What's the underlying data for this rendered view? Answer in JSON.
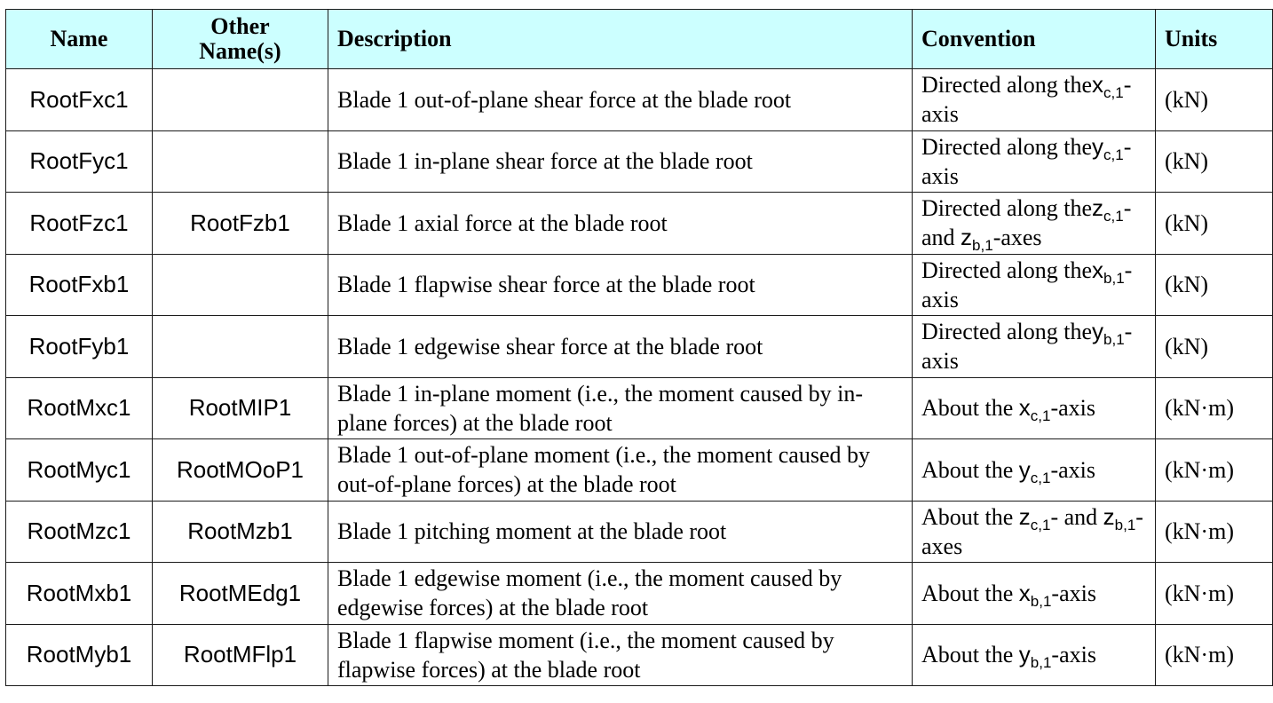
{
  "table": {
    "headers": {
      "name": "Name",
      "other_line1": "Other",
      "other_line2": "Name(s)",
      "description": "Description",
      "convention": "Convention",
      "units": "Units"
    },
    "rows": [
      {
        "name": "RootFxc1",
        "other": "",
        "description": "Blade 1 out-of-plane shear force at the blade root",
        "convention": {
          "prefix": "Directed along the",
          "s1": "x",
          "sub1": "c,1",
          "mid": "",
          "s2": "",
          "sub2": "",
          "suffix": "-axis"
        },
        "units": "(kN)"
      },
      {
        "name": "RootFyc1",
        "other": "",
        "description": "Blade 1 in-plane shear force at the blade root",
        "convention": {
          "prefix": "Directed along the",
          "s1": "y",
          "sub1": "c,1",
          "mid": "",
          "s2": "",
          "sub2": "",
          "suffix": "-axis"
        },
        "units": "(kN)"
      },
      {
        "name": "RootFzc1",
        "other": "RootFzb1",
        "description": "Blade 1 axial force at the blade root",
        "convention": {
          "prefix": "Directed along the",
          "s1": "z",
          "sub1": "c,1",
          "mid": "- and ",
          "s2": "z",
          "sub2": "b,1",
          "suffix": "-axes"
        },
        "units": "(kN)"
      },
      {
        "name": "RootFxb1",
        "other": "",
        "description": "Blade 1 flapwise shear force at the blade root",
        "convention": {
          "prefix": "Directed along the",
          "s1": "x",
          "sub1": "b,1",
          "mid": "",
          "s2": "",
          "sub2": "",
          "suffix": "-axis"
        },
        "units": "(kN)"
      },
      {
        "name": "RootFyb1",
        "other": "",
        "description": "Blade 1 edgewise shear force at the blade root",
        "convention": {
          "prefix": "Directed along the",
          "s1": "y",
          "sub1": "b,1",
          "mid": "",
          "s2": "",
          "sub2": "",
          "suffix": "-axis"
        },
        "units": "(kN)"
      },
      {
        "name": "RootMxc1",
        "other": "RootMIP1",
        "description": "Blade 1 in-plane moment (i.e., the moment caused by in-plane forces) at the blade root",
        "convention": {
          "prefix": "About the ",
          "s1": "x",
          "sub1": "c,1",
          "mid": "",
          "s2": "",
          "sub2": "",
          "suffix": "-axis"
        },
        "units": "(kN·m)"
      },
      {
        "name": "RootMyc1",
        "other": "RootMOoP1",
        "description": "Blade 1 out-of-plane moment (i.e., the moment caused by out-of-plane forces) at the blade root",
        "convention": {
          "prefix": "About the ",
          "s1": "y",
          "sub1": "c,1",
          "mid": "",
          "s2": "",
          "sub2": "",
          "suffix": "-axis"
        },
        "units": "(kN·m)"
      },
      {
        "name": "RootMzc1",
        "other": "RootMzb1",
        "description": "Blade 1 pitching moment at the blade root",
        "convention": {
          "prefix": "About the ",
          "s1": "z",
          "sub1": "c,1",
          "mid": "- and ",
          "s2": "z",
          "sub2": "b,1",
          "suffix": "-axes"
        },
        "units": "(kN·m)"
      },
      {
        "name": "RootMxb1",
        "other": "RootMEdg1",
        "description": "Blade 1 edgewise moment (i.e., the moment caused by edgewise forces) at the blade root",
        "convention": {
          "prefix": "About the ",
          "s1": "x",
          "sub1": "b,1",
          "mid": "",
          "s2": "",
          "sub2": "",
          "suffix": "-axis"
        },
        "units": "(kN·m)"
      },
      {
        "name": "RootMyb1",
        "other": "RootMFlp1",
        "description": "Blade 1 flapwise moment (i.e., the moment caused by flapwise forces) at the blade root",
        "convention": {
          "prefix": "About the ",
          "s1": "y",
          "sub1": "b,1",
          "mid": "",
          "s2": "",
          "sub2": "",
          "suffix": "-axis"
        },
        "units": "(kN·m)"
      }
    ]
  }
}
